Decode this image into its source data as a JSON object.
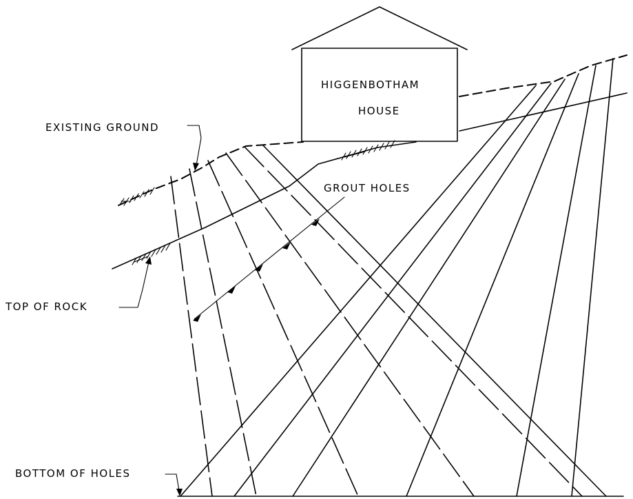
{
  "labels": {
    "house_line1": "HIGGENBOTHAM",
    "house_line2": "HOUSE",
    "existing_ground": "EXISTING GROUND",
    "grout_holes": "GROUT HOLES",
    "top_of_rock": "TOP OF ROCK",
    "bottom_of_holes": "BOTTOM OF HOLES"
  },
  "colors": {
    "ink": "#000000",
    "paper": "#ffffff"
  }
}
